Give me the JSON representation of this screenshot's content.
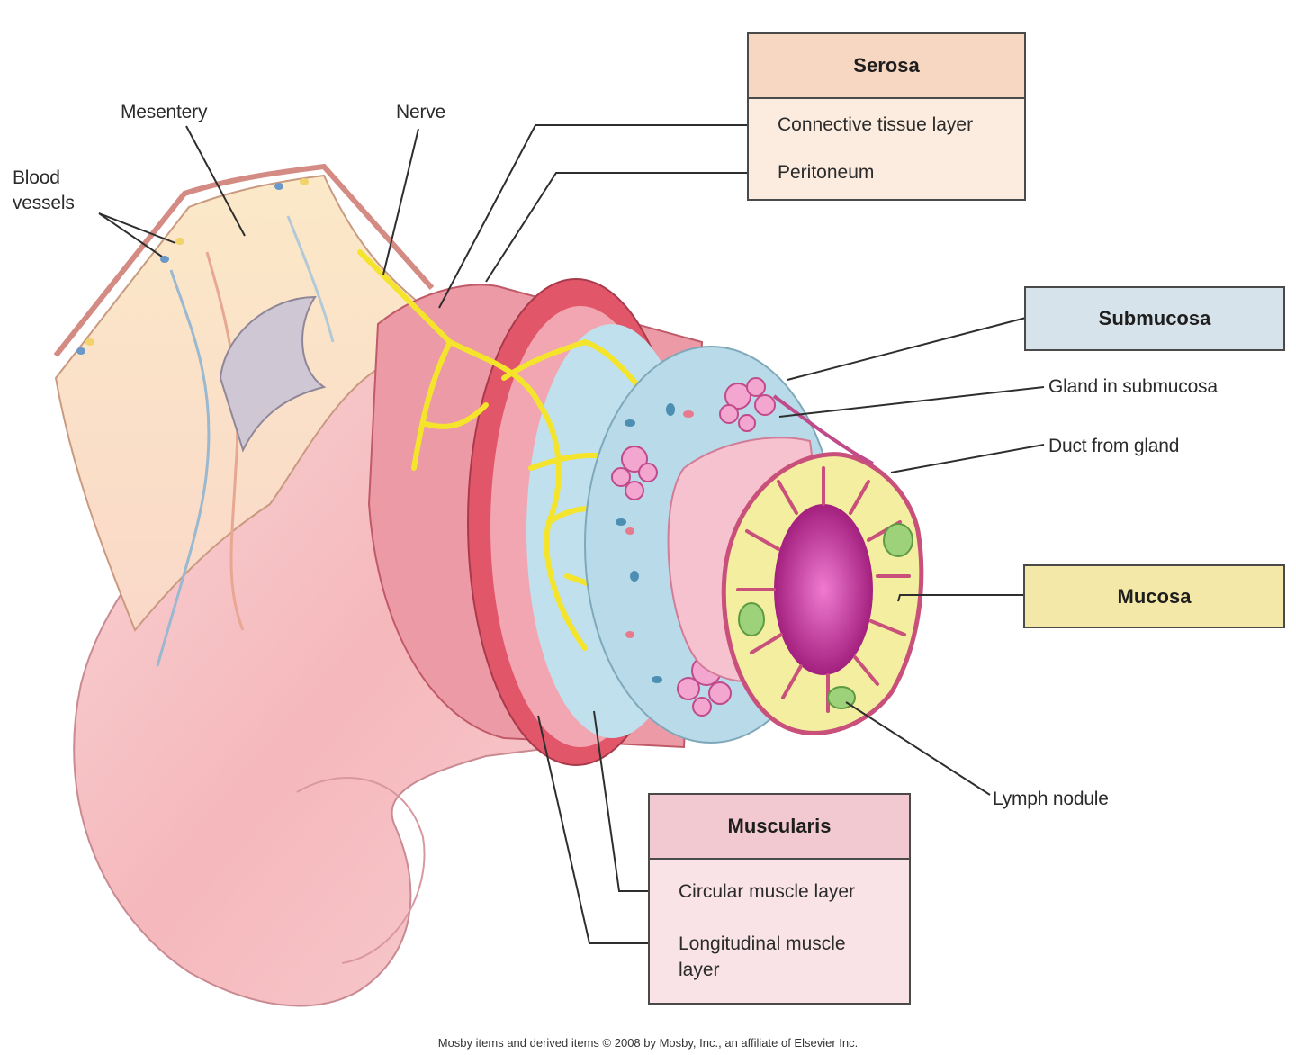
{
  "labels": {
    "mesentery": "Mesentery",
    "nerve": "Nerve",
    "blood_vessels_line1": "Blood",
    "blood_vessels_line2": "vessels",
    "gland_in_submucosa": "Gland in submucosa",
    "duct_from_gland": "Duct from gland",
    "lymph_nodule": "Lymph nodule"
  },
  "boxes": {
    "serosa": {
      "title": "Serosa",
      "items": [
        "Connective tissue layer",
        "Peritoneum"
      ],
      "header_color": "#f8d7c2",
      "body_color": "#fcecdf"
    },
    "submucosa": {
      "title": "Submucosa",
      "header_color": "#d6e3ea"
    },
    "mucosa": {
      "title": "Mucosa",
      "header_color": "#f4e8a8"
    },
    "muscularis": {
      "title": "Muscularis",
      "items": [
        "Circular muscle layer",
        "Longitudinal muscle",
        "layer"
      ],
      "header_color": "#f3c9d1",
      "body_color": "#f9e3e7"
    }
  },
  "credit": "Mosby items and derived items © 2008 by Mosby, Inc., an affiliate of Elsevier Inc.",
  "colors": {
    "muscle": "#e25a6a",
    "muscle_light": "#f2a3ae",
    "nerve": "#f5e62a",
    "submucosa": "#b9dbe9",
    "mucosa": "#f3eea0",
    "mesentery": "#fbe7c4",
    "lumen": "#b2278a",
    "lymph": "#9ed27a"
  }
}
